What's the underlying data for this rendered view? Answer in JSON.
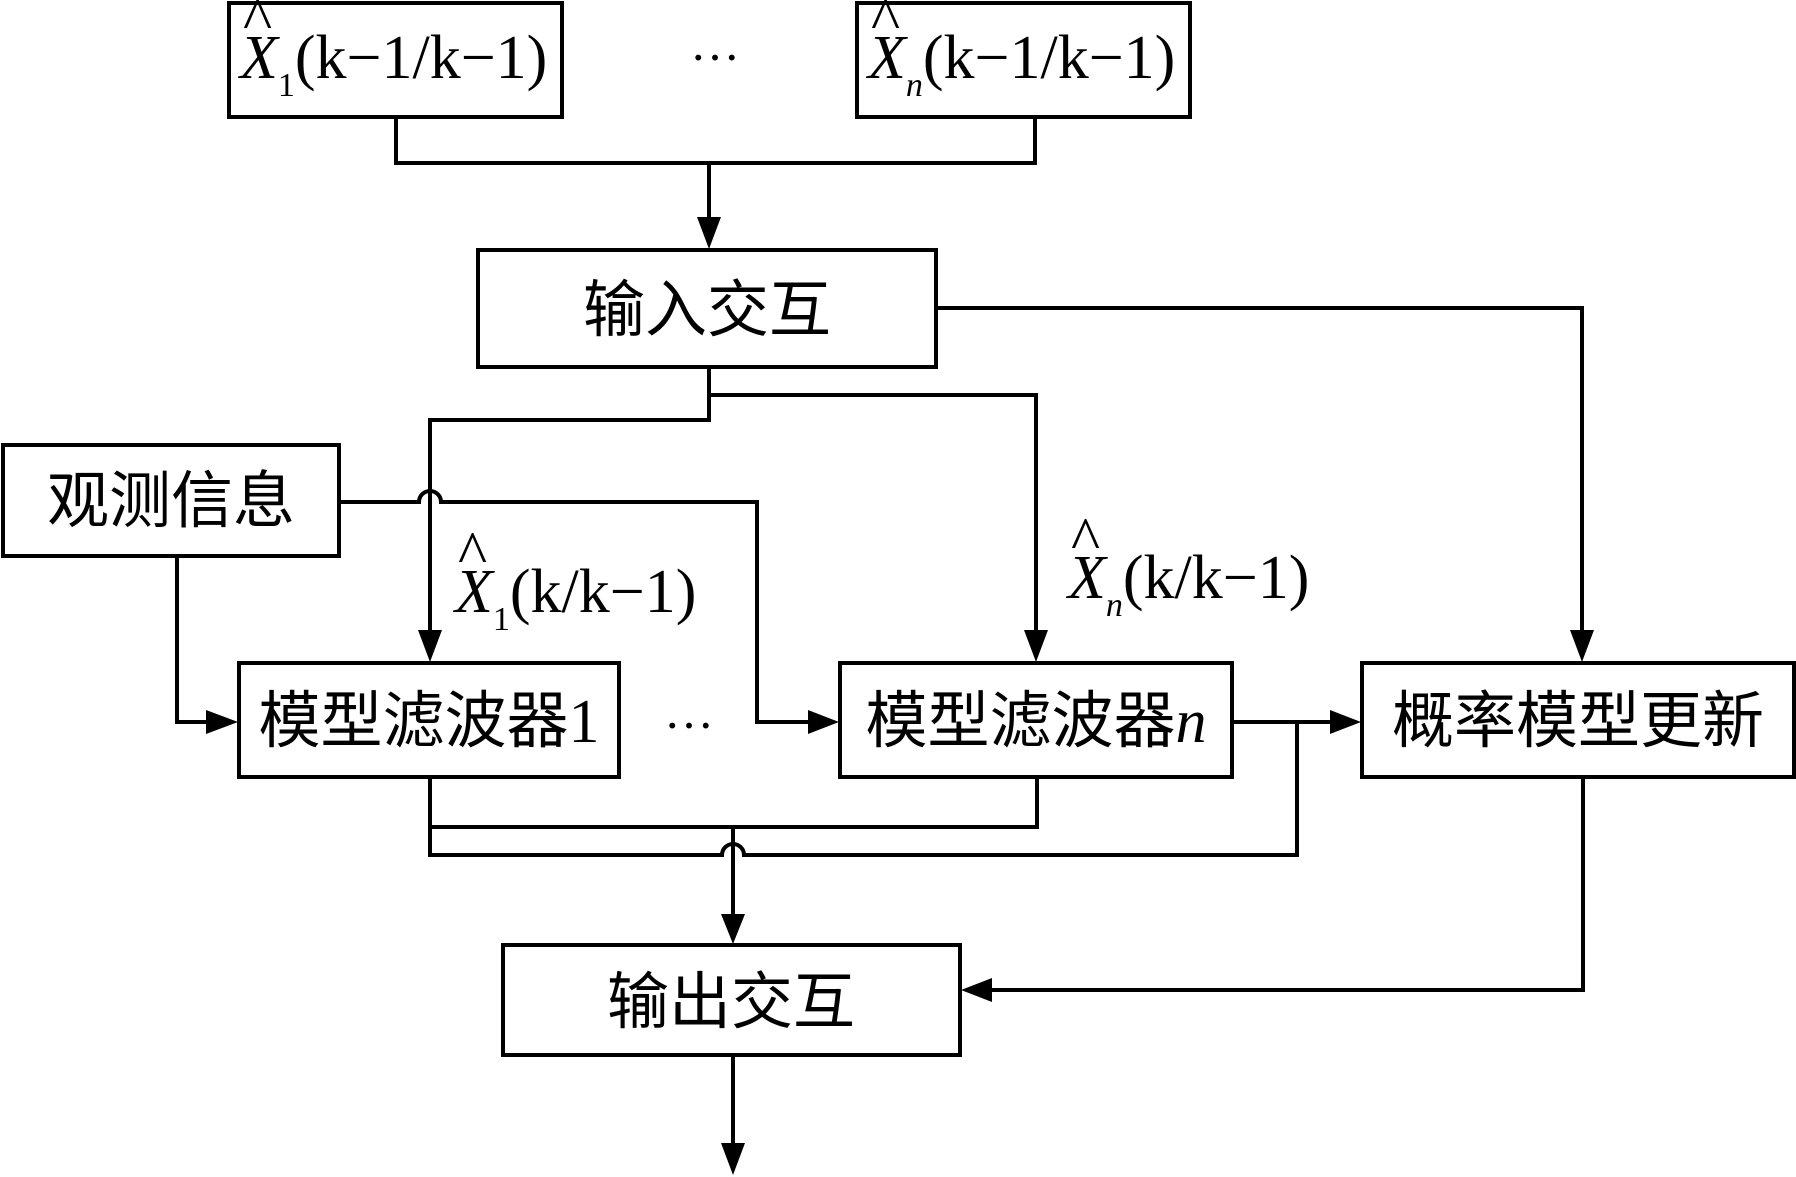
{
  "states_in": {
    "first": {
      "base": "X",
      "sub": "1",
      "arg": "(k−1/k−1)"
    },
    "ellipsis": "…",
    "last": {
      "base": "X",
      "sub": "n",
      "arg": "(k−1/k−1)"
    }
  },
  "input_mixing": "输入交互",
  "observation": "观测信息",
  "predictions": {
    "first": {
      "base": "X",
      "sub": "1",
      "arg": "(k/k−1)"
    },
    "last": {
      "base": "X",
      "sub": "n",
      "arg": "(k/k−1)"
    }
  },
  "filters": {
    "first": {
      "prefix": "模型滤波器",
      "index": "1"
    },
    "ellipsis": "…",
    "last": {
      "prefix": "模型滤波器",
      "index": "n"
    }
  },
  "prob_update": "概率模型更新",
  "output_mixing": "输出交互",
  "hat_symbol": "^"
}
